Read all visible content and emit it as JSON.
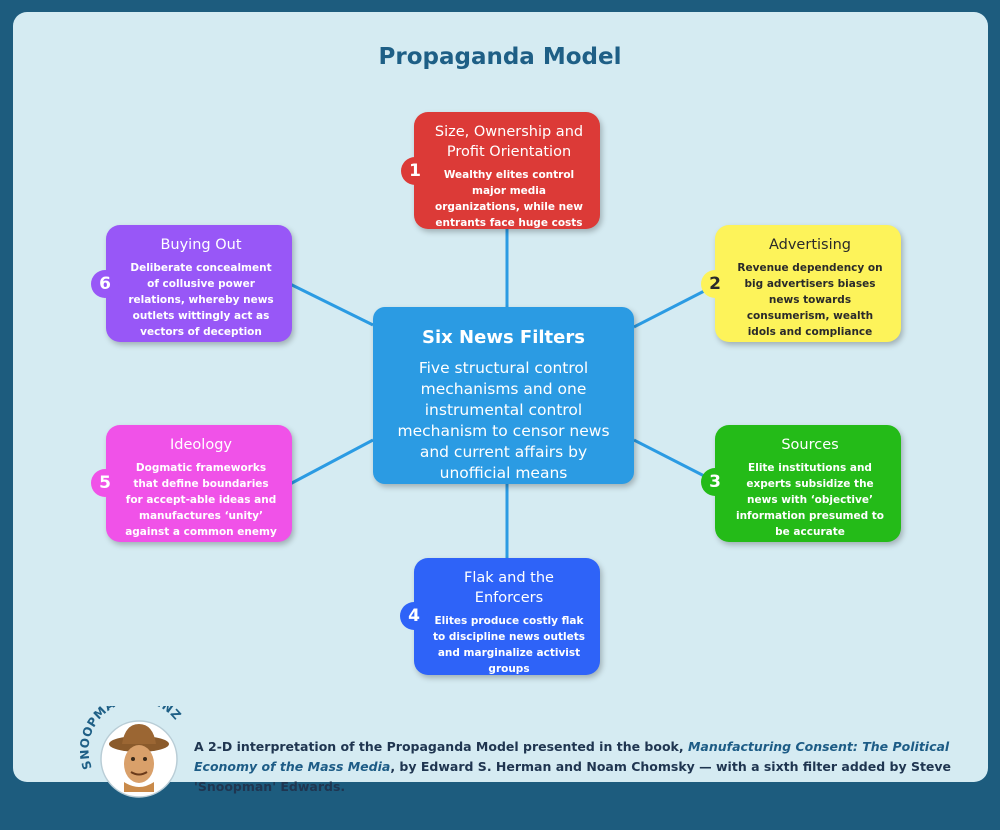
{
  "title": "Propaganda Model",
  "center": {
    "title": "Six News Filters",
    "description": "Five structural control mechanisms and one instrumental control mechanism to censor news and current affairs by unofficial means"
  },
  "filters": [
    {
      "number": "1",
      "title": "Size, Ownership and Profit Orientation",
      "description": "Wealthy elites control major media organizations, while new entrants face huge costs",
      "color": "#dc3a37"
    },
    {
      "number": "2",
      "title": "Advertising",
      "description": "Revenue dependency on big advertisers biases news towards consumerism, wealth idols and compliance",
      "color": "#fdf35a"
    },
    {
      "number": "3",
      "title": "Sources",
      "description": "Elite institutions and experts subsidize the news with ‘objective’ information presumed to be accurate",
      "color": "#24bb18"
    },
    {
      "number": "4",
      "title": "Flak and the Enforcers",
      "description": "Elites produce costly flak to discipline news outlets and marginalize activist groups",
      "color": "#2e63f8"
    },
    {
      "number": "5",
      "title": "Ideology",
      "description": "Dogmatic frameworks that define boundaries for accept-able ideas and manufactures ‘unity’ against a common enemy",
      "color": "#f052e8"
    },
    {
      "number": "6",
      "title": "Buying Out",
      "description": "Deliberate concealment of collusive power relations, whereby news outlets wittingly act as vectors of deception",
      "color": "#9857f7"
    }
  ],
  "logo": {
    "text": "SNOOPMAN.NET.NZ"
  },
  "caption": {
    "part1": "A 2-D interpretation of the Propaganda Model presented in the book, ",
    "book_title": "Manufacturing Consent: The Political Economy of the Mass Media",
    "part2": ", by Edward S. Herman and Noam Chomsky — with a sixth filter added by Steve 'Snoopman' Edwards."
  },
  "colors": {
    "connector": "#2b9be3",
    "center": "#2b9be3",
    "title": "#1e5f86"
  }
}
